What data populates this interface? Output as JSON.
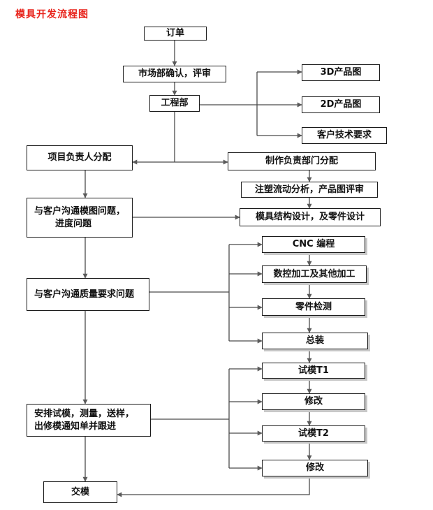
{
  "title": "模具开发流程图",
  "nodes": {
    "order": "订单",
    "market_confirm": "市场部确认，评审",
    "engineering": "工程部",
    "product_3d": "3D产品图",
    "product_2d": "2D产品图",
    "customer_tech": "客户技术要求",
    "project_lead": "项目负责人分配",
    "make_lead": "制作负责部门分配",
    "mold_flow": "注塑流动分析，产品图评审",
    "communicate_drawing_1": "与客户沟通模图问题，",
    "communicate_drawing_2": "进度问题",
    "mold_design": "模具结构设计，及零件设计",
    "cnc": "CNC 编程",
    "machining": "数控加工及其他加工",
    "communicate_quality": "与客户沟通质量要求问题",
    "inspection": "零件检测",
    "assembly": "总装",
    "trial_t1": "试模T1",
    "arrange_1": "安排试模，测量，送样，",
    "arrange_2": "出修模通知单并跟进",
    "modify_1": "修改",
    "trial_t2": "试模T2",
    "modify_2": "修改",
    "deliver": "交模"
  },
  "colors": {
    "title": "#e8231b",
    "line": "#4a4a4a",
    "arrow": "#5a5a5a",
    "border": "#1a1a1a"
  }
}
